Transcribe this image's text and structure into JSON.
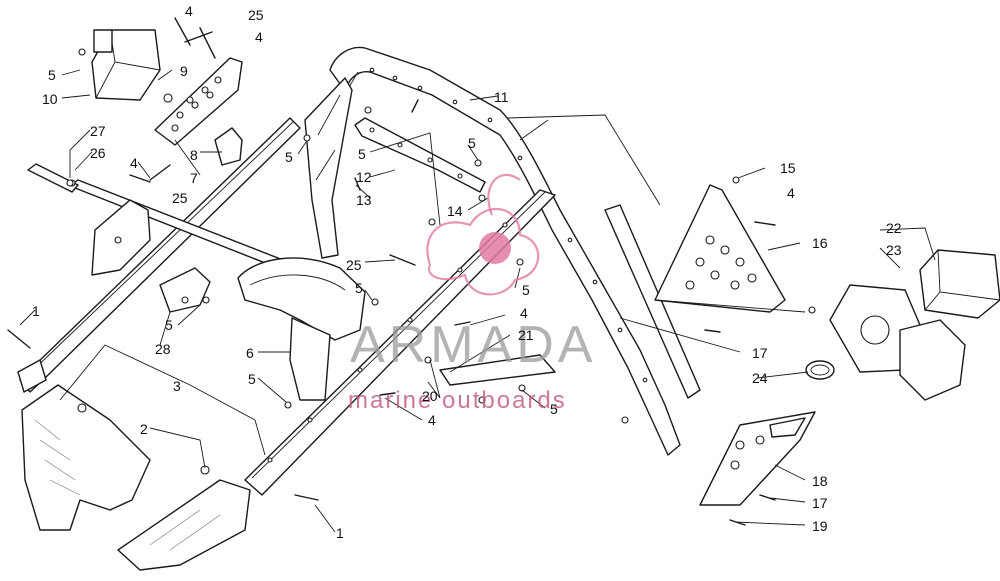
{
  "diagram": {
    "callouts": [
      {
        "id": "c-4a",
        "text": "4"
      },
      {
        "id": "c-25a",
        "text": "25"
      },
      {
        "id": "c-4b",
        "text": "4"
      },
      {
        "id": "c-5a",
        "text": "5"
      },
      {
        "id": "c-9",
        "text": "9"
      },
      {
        "id": "c-10",
        "text": "10"
      },
      {
        "id": "c-27",
        "text": "27"
      },
      {
        "id": "c-26",
        "text": "26"
      },
      {
        "id": "c-4c",
        "text": "4"
      },
      {
        "id": "c-25b",
        "text": "25"
      },
      {
        "id": "c-8",
        "text": "8"
      },
      {
        "id": "c-7",
        "text": "7"
      },
      {
        "id": "c-5b",
        "text": "5"
      },
      {
        "id": "c-11",
        "text": "11"
      },
      {
        "id": "c-5c",
        "text": "5"
      },
      {
        "id": "c-5d",
        "text": "5"
      },
      {
        "id": "c-12",
        "text": "12"
      },
      {
        "id": "c-13",
        "text": "13"
      },
      {
        "id": "c-14",
        "text": "14"
      },
      {
        "id": "c-15",
        "text": "15"
      },
      {
        "id": "c-4d",
        "text": "4"
      },
      {
        "id": "c-16",
        "text": "16"
      },
      {
        "id": "c-22",
        "text": "22"
      },
      {
        "id": "c-23",
        "text": "23"
      },
      {
        "id": "c-1a",
        "text": "1"
      },
      {
        "id": "c-5e",
        "text": "5"
      },
      {
        "id": "c-28",
        "text": "28"
      },
      {
        "id": "c-25c",
        "text": "25"
      },
      {
        "id": "c-5f",
        "text": "5"
      },
      {
        "id": "c-5g",
        "text": "5"
      },
      {
        "id": "c-4e",
        "text": "4"
      },
      {
        "id": "c-21",
        "text": "21"
      },
      {
        "id": "c-6",
        "text": "6"
      },
      {
        "id": "c-17a",
        "text": "17"
      },
      {
        "id": "c-24",
        "text": "24"
      },
      {
        "id": "c-3",
        "text": "3"
      },
      {
        "id": "c-5h",
        "text": "5"
      },
      {
        "id": "c-20",
        "text": "20"
      },
      {
        "id": "c-4f",
        "text": "4"
      },
      {
        "id": "c-5i",
        "text": "5"
      },
      {
        "id": "c-2",
        "text": "2"
      },
      {
        "id": "c-18",
        "text": "18"
      },
      {
        "id": "c-17b",
        "text": "17"
      },
      {
        "id": "c-19",
        "text": "19"
      },
      {
        "id": "c-1b",
        "text": "1"
      }
    ]
  },
  "watermark": {
    "brand": "ARMADA",
    "tagline": "marine outboards",
    "color": "#e07aa4"
  }
}
